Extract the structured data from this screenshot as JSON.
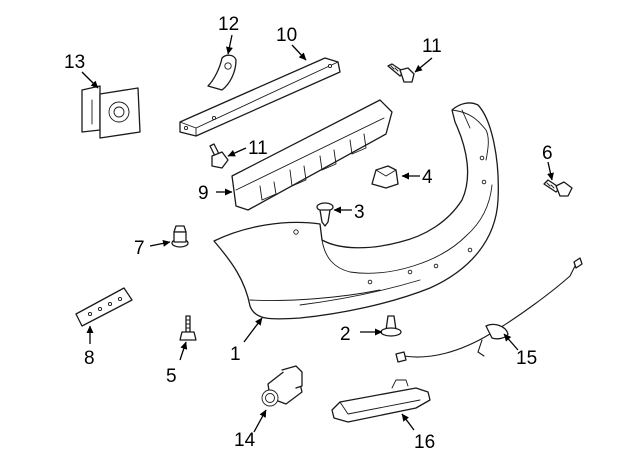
{
  "diagram": {
    "colors": {
      "line": "#1a1a1a",
      "background": "#ffffff"
    },
    "callouts": [
      {
        "id": "1",
        "label": "1"
      },
      {
        "id": "2",
        "label": "2"
      },
      {
        "id": "3",
        "label": "3"
      },
      {
        "id": "4",
        "label": "4"
      },
      {
        "id": "5",
        "label": "5"
      },
      {
        "id": "6",
        "label": "6"
      },
      {
        "id": "7",
        "label": "7"
      },
      {
        "id": "8",
        "label": "8"
      },
      {
        "id": "9",
        "label": "9"
      },
      {
        "id": "10",
        "label": "10"
      },
      {
        "id": "11a",
        "label": "11"
      },
      {
        "id": "11b",
        "label": "11"
      },
      {
        "id": "12",
        "label": "12"
      },
      {
        "id": "13",
        "label": "13"
      },
      {
        "id": "14",
        "label": "14"
      },
      {
        "id": "15",
        "label": "15"
      },
      {
        "id": "16",
        "label": "16"
      }
    ]
  }
}
